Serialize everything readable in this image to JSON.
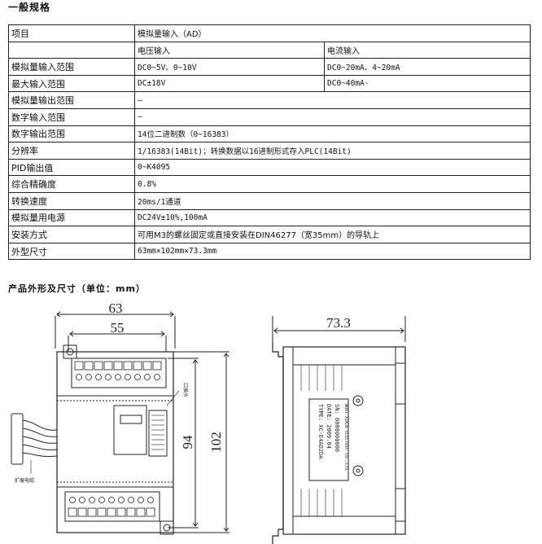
{
  "section1_title": "一般规格",
  "table": {
    "header": {
      "label": "项目",
      "value": "模拟量输入（AD）"
    },
    "subheader": {
      "voltage": "电压输入",
      "current": "电流输入"
    },
    "split_rows": [
      {
        "label": "模拟量输入范围",
        "voltage": "DC0~5V、0~10V",
        "current": "DC0~20mA、4~20mA"
      },
      {
        "label": "最大输入范围",
        "voltage": "DC±18V",
        "current": "DC0~40mA-"
      }
    ],
    "rows": [
      {
        "label": "模拟量输出范围",
        "value": "–"
      },
      {
        "label": "数字输入范围",
        "value": "–"
      },
      {
        "label": "数字输出范围",
        "value": "14位二进制数（0~16383）"
      },
      {
        "label": "分辨率",
        "value": "1/16383(14Bit)；转换数据以16进制形式存入PLC(14Bit)"
      },
      {
        "label": "PID输出值",
        "value": "0~K4095"
      },
      {
        "label": "综合精确度",
        "value": "0.8%"
      },
      {
        "label": "转换速度",
        "value": "20ms/1通道"
      },
      {
        "label": "模拟量用电源",
        "value": "DC24V±10%,100mA"
      },
      {
        "label": "安装方式",
        "value": "可用M3的螺丝固定或直接安装在DIN46277（宽35mm）的导轨上"
      },
      {
        "label": "外型尺寸",
        "value": "63mm×102mm×73.3mm"
      }
    ]
  },
  "section2_title": "产品外形及尺寸（单位：mm）",
  "drawing": {
    "dim_width_total": "63",
    "dim_width_inner": "55",
    "dim_height_total": "102",
    "dim_height_inner": "94",
    "dim_depth": "73.3",
    "port_label": "扩展电缆",
    "port_label2": "口插头",
    "nameplate_lines": [
      "TYPE: XC-E4AD2DA",
      "DATE: 2009.04",
      "SN: 0000000000"
    ],
    "maker": "WUXI XINJE ELECTRIC CO.,LTD"
  }
}
